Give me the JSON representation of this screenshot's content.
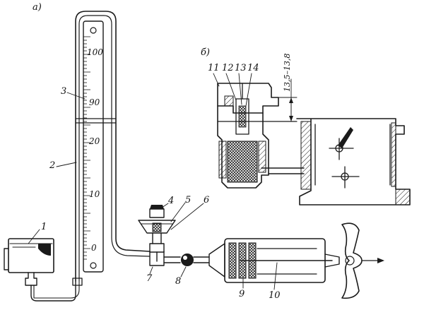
{
  "panels": {
    "a": "а)",
    "b": "б)"
  },
  "scale_labels": [
    "100",
    "90",
    "20",
    "10",
    "0"
  ],
  "callouts": [
    "1",
    "2",
    "3",
    "4",
    "5",
    "6",
    "7",
    "8",
    "9",
    "10",
    "11",
    "12",
    "13",
    "14"
  ],
  "dimension": "13,5–13,8"
}
